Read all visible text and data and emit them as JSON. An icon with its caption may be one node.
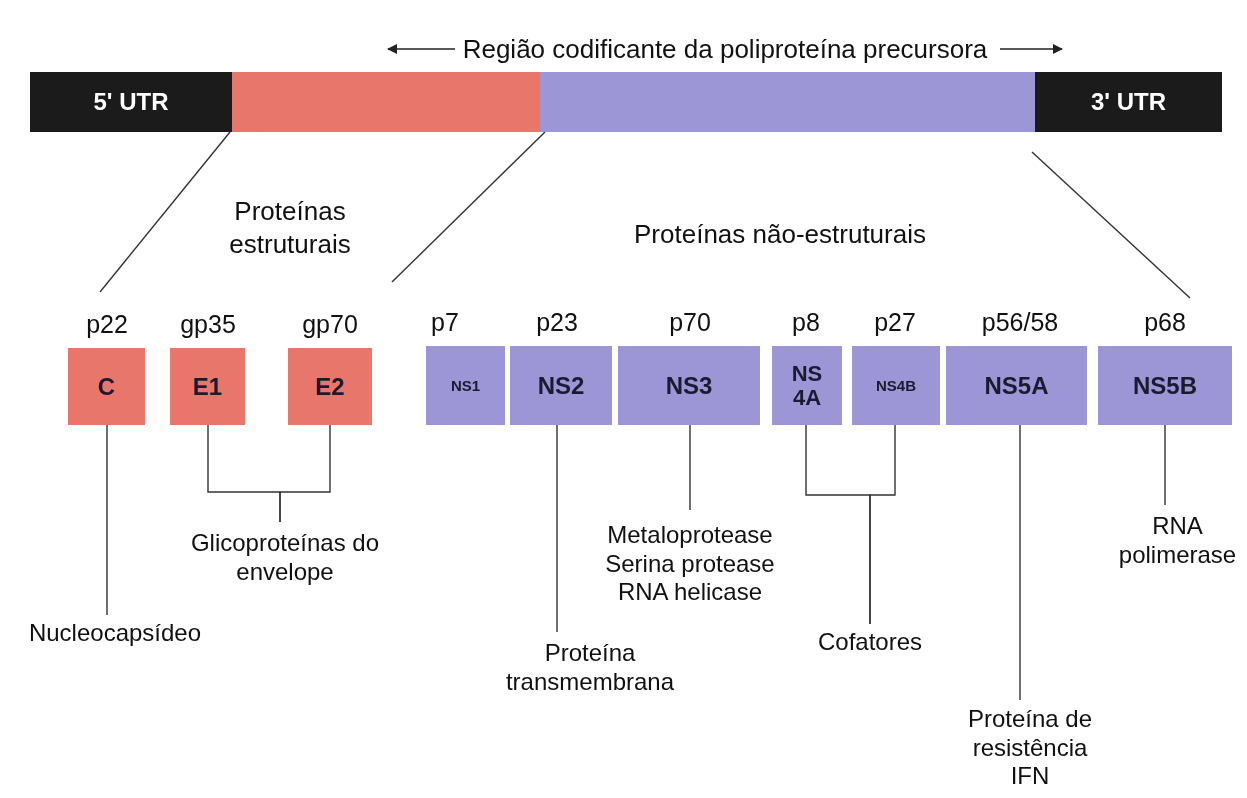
{
  "diagram": {
    "title": "Região codificante da poliproteína precursora",
    "nodes": [
      {
        "text": [
          "5' UTR"
        ]
      },
      {
        "text": [],
        "shape": "bar"
      },
      {
        "text": [],
        "shape": "bar"
      },
      {
        "text": [
          "3' UTR"
        ]
      },
      {
        "text": [
          "C"
        ],
        "beside": [
          "p22"
        ]
      },
      {
        "text": [
          "E1"
        ],
        "beside": [
          "gp35"
        ]
      },
      {
        "text": [
          "E2"
        ],
        "beside": [
          "gp70"
        ]
      },
      {
        "text": [
          "NS1"
        ],
        "beside": [
          "p7"
        ]
      },
      {
        "text": [
          "NS2"
        ],
        "beside": [
          "p23"
        ]
      },
      {
        "text": [
          "NS3"
        ],
        "beside": [
          "p70"
        ]
      },
      {
        "text": [
          "NS 4A"
        ],
        "beside": [
          "p8"
        ]
      },
      {
        "text": [
          "NS4B"
        ],
        "beside": [
          "p27"
        ]
      },
      {
        "text": [
          "NS5A"
        ],
        "beside": [
          "p56/58"
        ]
      },
      {
        "text": [
          "NS5B"
        ],
        "beside": [
          "p68"
        ]
      },
      {
        "text": [
          "Nucleocapsídeo"
        ]
      },
      {
        "text": [
          "Glicoproteínas do envelope"
        ]
      },
      {
        "text": [
          "Proteína transmembrana"
        ]
      },
      {
        "text": [
          "Metaloprotease Serina protease RNA helicase"
        ]
      },
      {
        "text": [
          "Cofatores"
        ]
      },
      {
        "text": [
          "Proteína de resistência IFN"
        ]
      },
      {
        "text": [
          "RNA polimerase"
        ]
      }
    ],
    "edges": [
      {
        "from": 4,
        "to": 14,
        "arrow": "none"
      },
      {
        "from": 5,
        "to": 15,
        "arrow": "none"
      },
      {
        "from": 6,
        "to": 15,
        "arrow": "none"
      },
      {
        "from": 8,
        "to": 16,
        "arrow": "none"
      },
      {
        "from": 9,
        "to": 17,
        "arrow": "none"
      },
      {
        "from": 10,
        "to": 18,
        "arrow": "none"
      },
      {
        "from": 11,
        "to": 18,
        "arrow": "none"
      },
      {
        "from": 12,
        "to": 19,
        "arrow": "none"
      },
      {
        "from": 13,
        "to": 20,
        "arrow": "none"
      }
    ],
    "labels": [
      "Proteínas estruturais",
      "Proteínas não-estruturais"
    ]
  }
}
